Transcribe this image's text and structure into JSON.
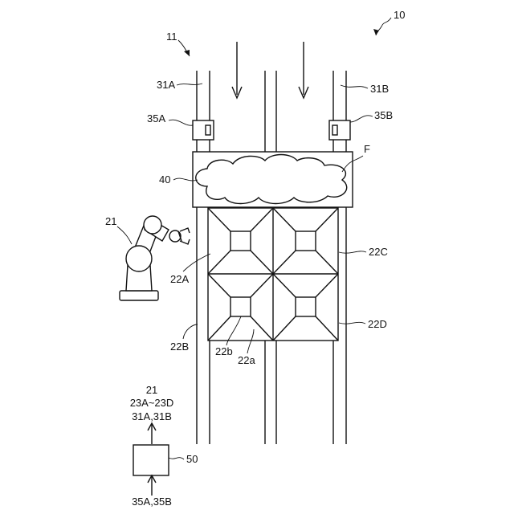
{
  "figure": {
    "labels": {
      "device": "10",
      "conveyor": "11",
      "rail_left": "31A",
      "rail_right": "31B",
      "sensor_left": "35A",
      "sensor_right": "35B",
      "cover": "40",
      "fog": "F",
      "robot": "21",
      "panel_a": "22A",
      "panel_b": "22B",
      "panel_c": "22C",
      "panel_d": "22D",
      "panel_part_b": "22b",
      "panel_part_a": "22a",
      "controller": "50"
    },
    "controller_outputs": [
      "21",
      "23A~23D",
      "31A,31B"
    ],
    "controller_inputs": "35A,35B"
  }
}
